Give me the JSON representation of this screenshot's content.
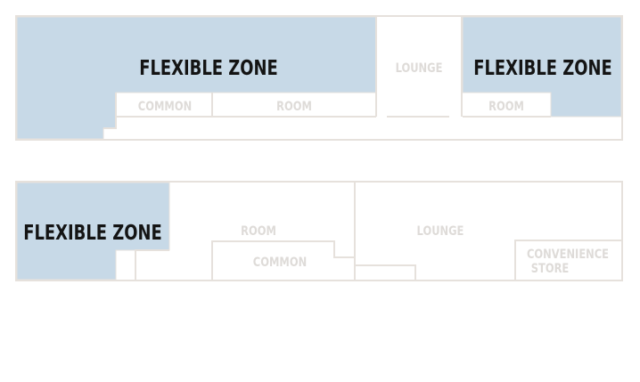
{
  "labels": {
    "flexible_zone": "FLEXIBLE ZONE",
    "common": "COMMON",
    "room": "ROOM",
    "lounge": "LOUNGE",
    "convenience": "CONVENIENCE",
    "store": "STORE"
  },
  "colors": {
    "flexible_zone_fill": "#c7d9e7",
    "wall": "#e6e1dc",
    "zone_text": "#141414",
    "room_text": "#dedbd8"
  }
}
